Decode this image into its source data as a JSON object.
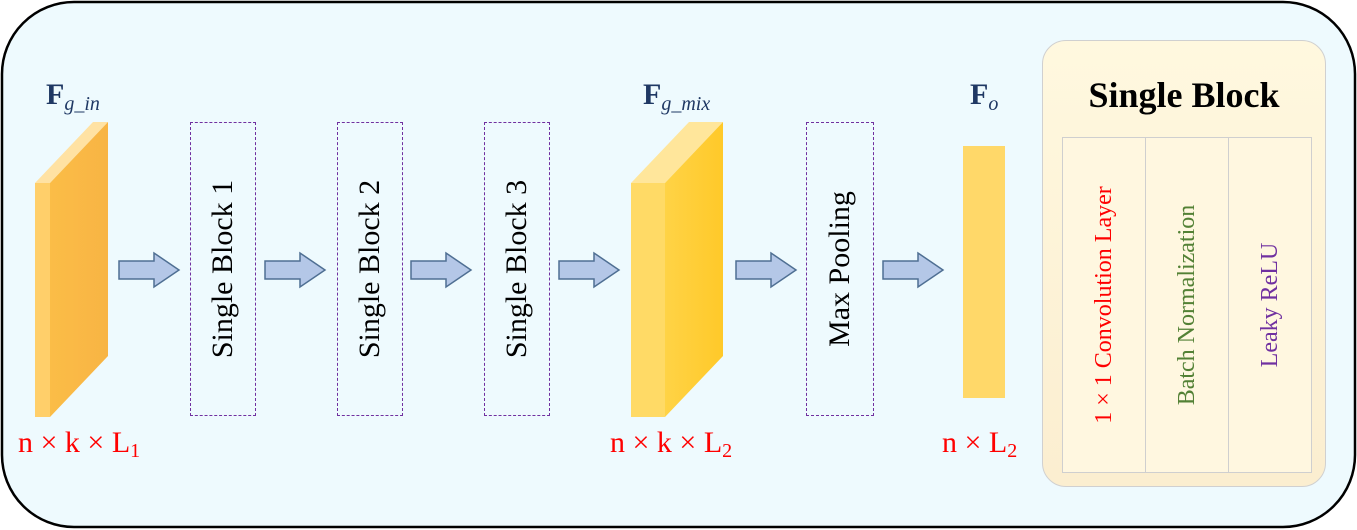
{
  "inputs": {
    "f_in": {
      "base": "F",
      "sub": "g_in"
    },
    "f_mix": {
      "base": "F",
      "sub": "g_mix"
    },
    "f_out": {
      "base": "F",
      "sub": "o"
    }
  },
  "dims": {
    "in": {
      "text": "n × k × L",
      "sub": "1"
    },
    "mix": {
      "text": "n × k × L",
      "sub": "2"
    },
    "out": {
      "text": "n × L",
      "sub": "2"
    }
  },
  "blocks": [
    "Single Block 1",
    "Single Block 2",
    "Single Block 3",
    "Max Pooling"
  ],
  "legend": {
    "title": "Single Block",
    "items": [
      {
        "label": "1 × 1 Convolution Layer",
        "color": "#ff0000"
      },
      {
        "label": "Batch Normalization",
        "color": "#538135"
      },
      {
        "label": "Leaky ReLU",
        "color": "#7030a0"
      }
    ]
  },
  "colors": {
    "frame_bg": "#eefafe",
    "feature_dark": "#f9b843",
    "feature_light": "#ffd865",
    "arrow_fill": "#b4c7e7",
    "dashed_border": "#7030a0",
    "label_blue": "#1f3864",
    "dim_red": "#ff0000"
  }
}
